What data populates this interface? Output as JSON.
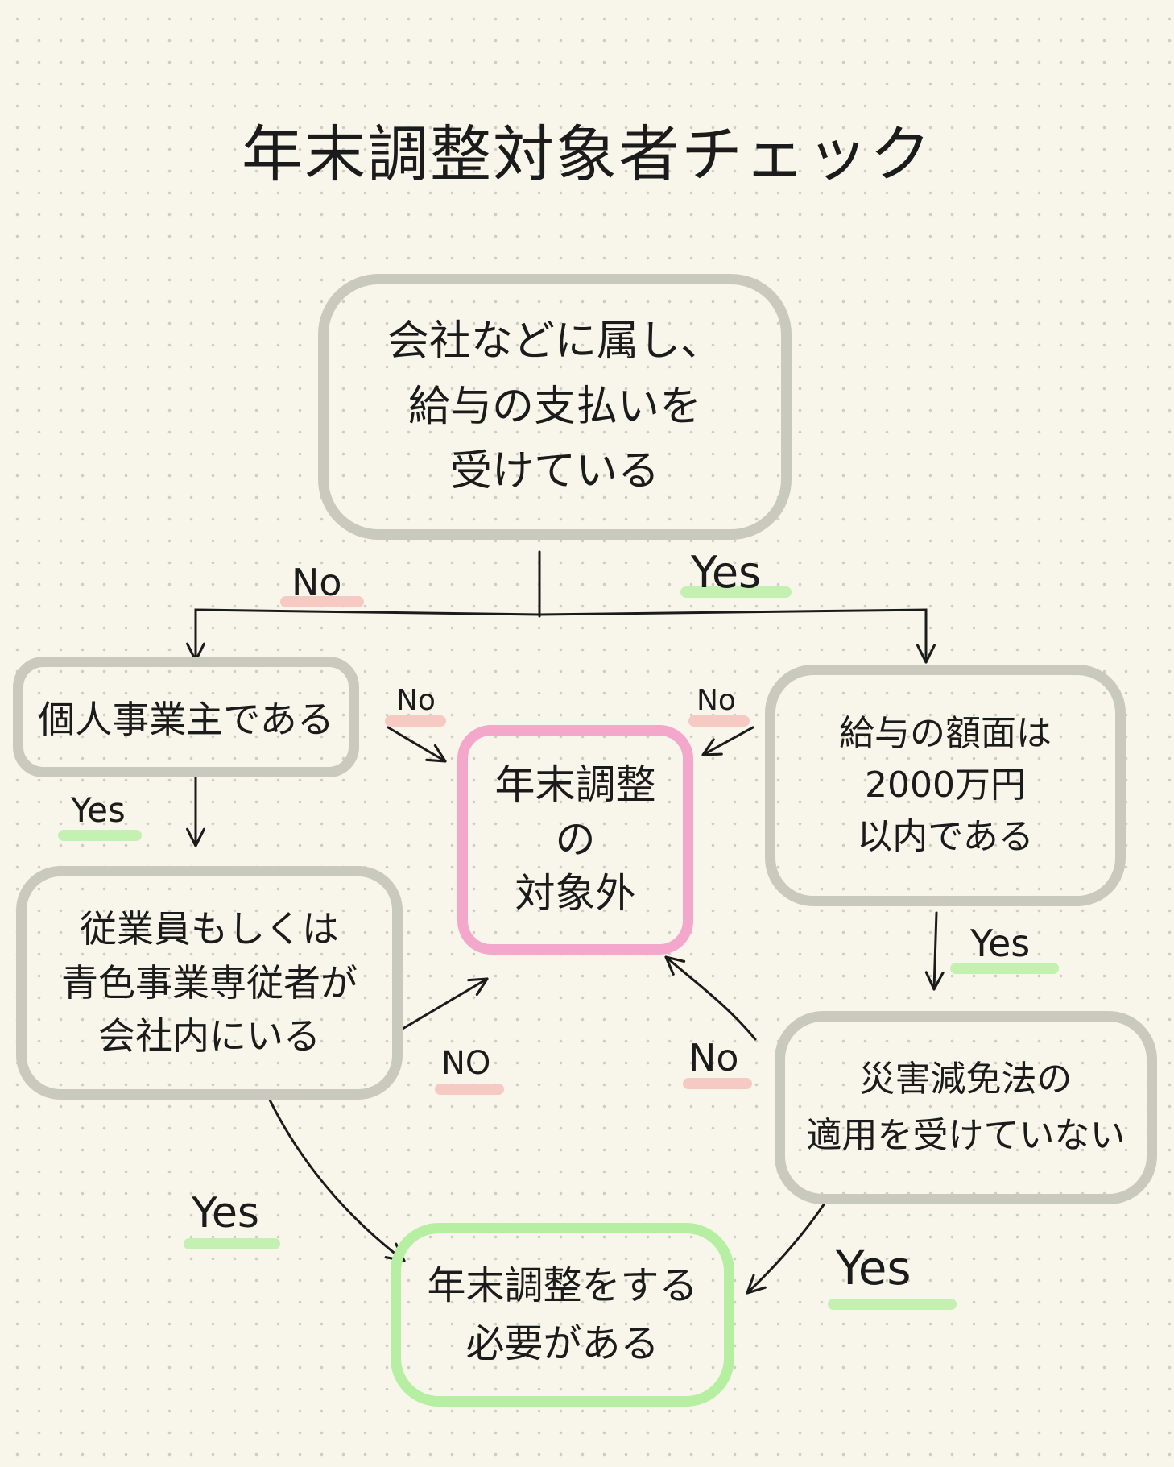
{
  "title": "年末調整対象者チェック",
  "nodes": {
    "start": "会社などに属し、\n給与の支払いを\n受けている",
    "sole_prop": "個人事業主である",
    "salary_amount": "給与の額面は\n2000万円\n以内である",
    "employee": "従業員もしくは\n青色事業専従者が\n会社内にいる",
    "disaster": "災害減免法の\n適用を受けていない",
    "not_target": "年末調整\nの\n対象外",
    "needs_adjust": "年末調整をする\n必要がある"
  },
  "labels": {
    "start_no": "No",
    "start_yes": "Yes",
    "sole_no": "No",
    "sole_yes": "Yes",
    "salary_no": "No",
    "salary_yes": "Yes",
    "employee_no": "NO",
    "employee_yes": "Yes",
    "disaster_no": "No",
    "disaster_yes": "Yes"
  },
  "colors": {
    "box_grey": "#c9c9be",
    "box_pink": "#f3a7ca",
    "box_green": "#b6eea2",
    "highlight_no": "#f6c9c3",
    "highlight_yes": "#c4f0b2"
  }
}
